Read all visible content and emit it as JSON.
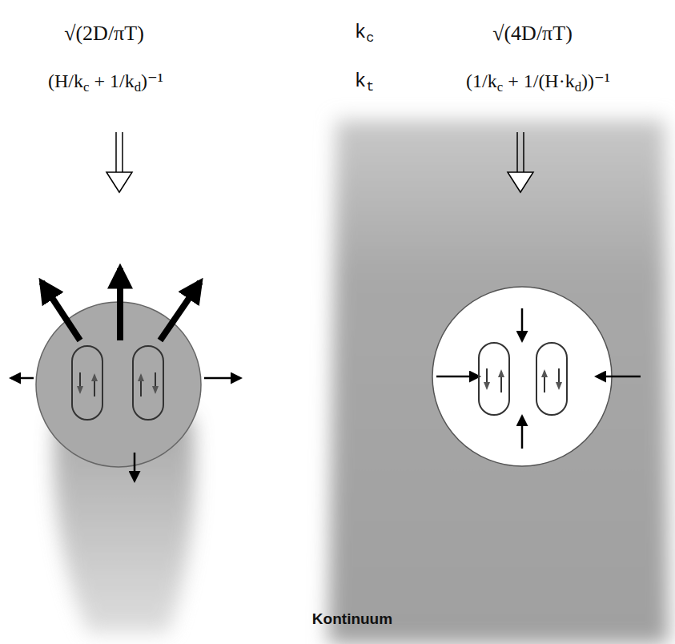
{
  "diagram": {
    "labels": [
      "√(2D/πT)",
      "kc",
      "√(4D/πT)",
      "(H/kc + 1/kd)⁻¹",
      "kt",
      "(1/kc + 1/(H·kd))⁻¹",
      "Kontinuum"
    ]
  }
}
